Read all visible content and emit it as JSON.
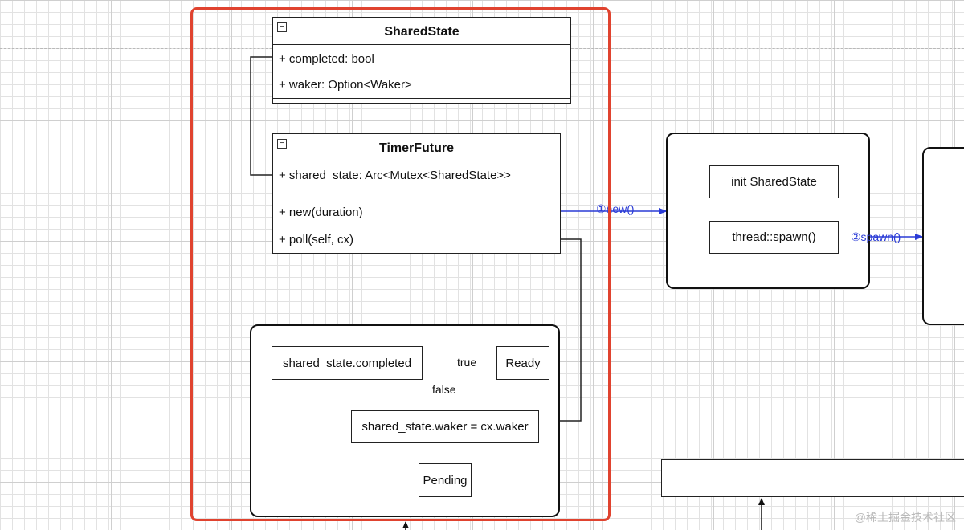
{
  "shared_state": {
    "title": "SharedState",
    "fields": [
      "+ completed: bool",
      "+ waker: Option<Waker>"
    ]
  },
  "timer_future": {
    "title": "TimerFuture",
    "fields": [
      "+ shared_state: Arc<Mutex<SharedState>>"
    ],
    "methods": [
      "+ new(duration)",
      "+ poll(self, cx)"
    ]
  },
  "poll_flow": {
    "check": "shared_state.completed",
    "true_label": "true",
    "ready": "Ready",
    "false_label": "false",
    "assign": "shared_state.waker = cx.waker",
    "pending": "Pending"
  },
  "new_flow": {
    "init": "init SharedState",
    "spawn": "thread::spawn()"
  },
  "edges": {
    "new_label": "①new()",
    "spawn_label": "②spawn()"
  },
  "collapse_glyph": "−",
  "watermark": "@稀土掘金技术社区",
  "colors": {
    "highlight_frame": "#e0432f",
    "edge_blue": "#2a3bd6",
    "grid": "#e2e2e2"
  }
}
